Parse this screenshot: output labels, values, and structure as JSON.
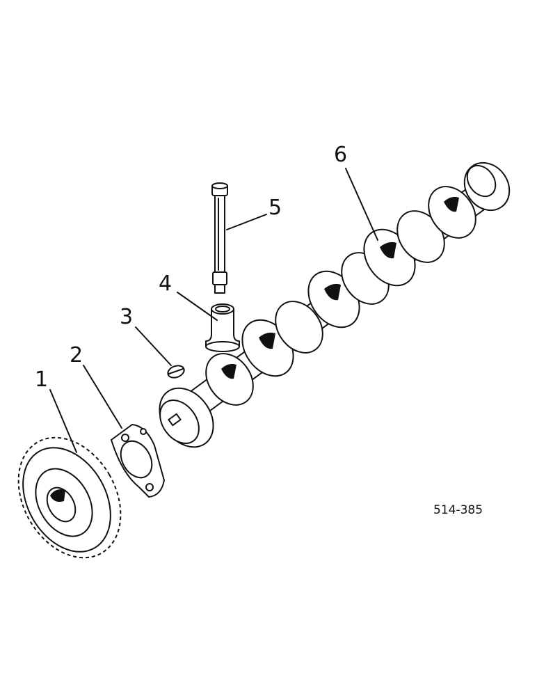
{
  "callouts": {
    "c1": "1",
    "c2": "2",
    "c3": "3",
    "c4": "4",
    "c5": "5",
    "c6": "6"
  },
  "reference_code": "514-385"
}
